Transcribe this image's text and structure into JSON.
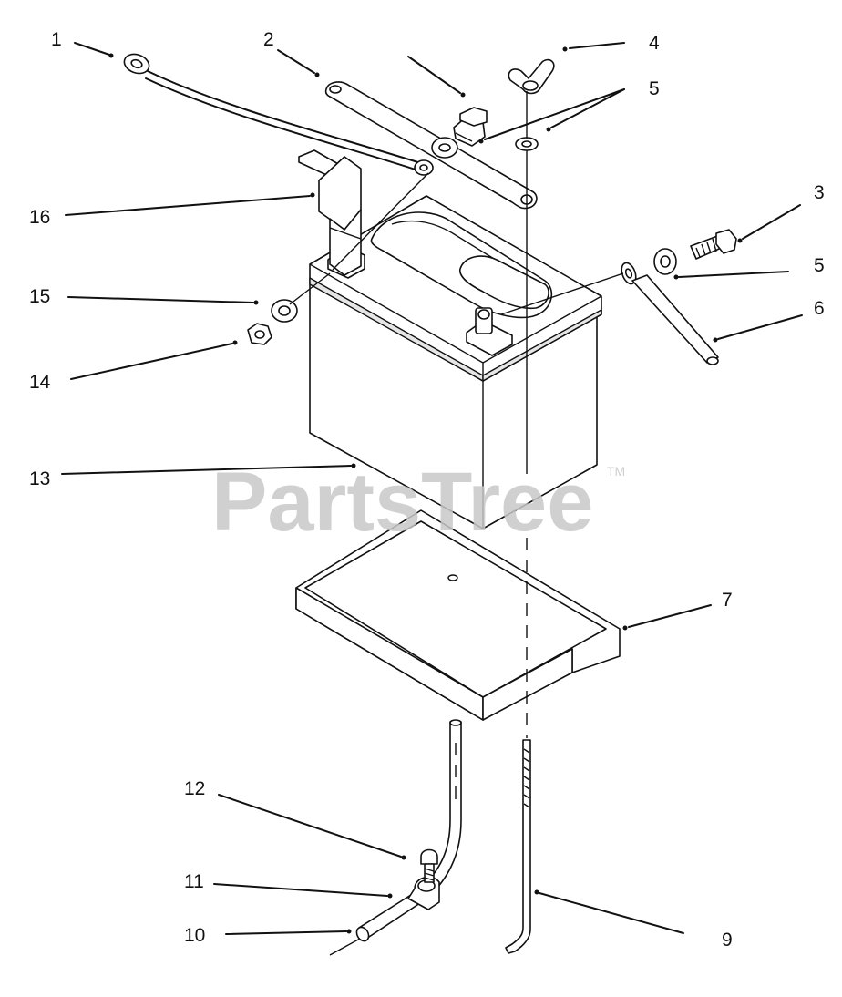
{
  "watermark": {
    "text": "PartsTree",
    "tm": "TM"
  },
  "callouts": [
    "1",
    "2",
    "3",
    "4",
    "5",
    "5",
    "6",
    "7",
    "9",
    "10",
    "11",
    "12",
    "13",
    "14",
    "15",
    "16"
  ],
  "colors": {
    "line": "#111111",
    "watermark": "#c8c8c8",
    "background": "#ffffff"
  }
}
